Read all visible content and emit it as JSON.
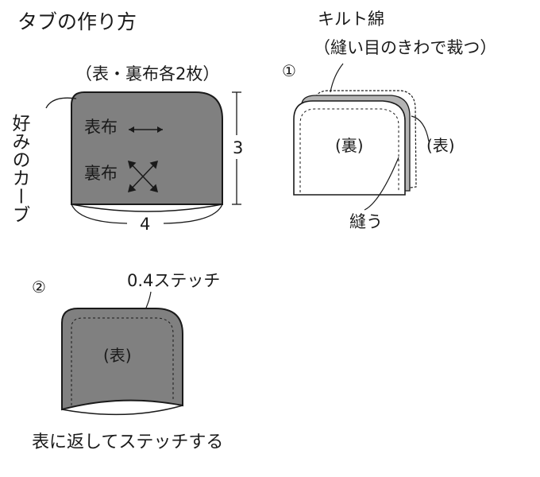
{
  "title": "タブの作り方",
  "colors": {
    "ink": "#1a1a1a",
    "fabric_dark": "#808080",
    "fabric_mid": "#b4b4b4",
    "fabric_light": "#ffffff"
  },
  "template": {
    "note": "（表・裏布各2枚）",
    "curve_label": "好みのカーブ",
    "outer_label": "表布",
    "lining_label": "裏布",
    "height_value": "3",
    "width_value": "4"
  },
  "step1": {
    "number": "①",
    "batting_label": "キルト綿",
    "batting_note": "（縫い目のきわで裁つ）",
    "back_label": "(裏)",
    "front_label": "(表)",
    "sew_label": "縫う"
  },
  "step2": {
    "number": "②",
    "stitch_label": "0.4ステッチ",
    "front_label": "(表)",
    "caption": "表に返してステッチする"
  }
}
